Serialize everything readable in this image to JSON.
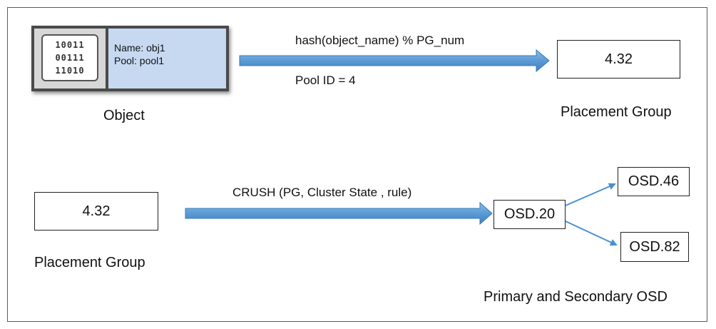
{
  "object": {
    "bits": [
      "10011",
      "00111",
      "11010"
    ],
    "name_line": "Name: obj1",
    "pool_line": "Pool: pool1",
    "caption": "Object"
  },
  "row1": {
    "formula": "hash(object_name) % PG_num",
    "pool_id": "Pool ID = 4",
    "pg_value": "4.32",
    "pg_caption": "Placement Group"
  },
  "row2": {
    "pg_value": "4.32",
    "pg_caption": "Placement Group",
    "crush_label": "CRUSH (PG, Cluster State , rule)",
    "primary_osd": "OSD.20",
    "secondary_osd_1": "OSD.46",
    "secondary_osd_2": "OSD.82",
    "osd_caption": "Primary and Secondary OSD"
  },
  "colors": {
    "arrow_fill": "#5b9bd5",
    "object_fill": "#c6d9f1"
  }
}
